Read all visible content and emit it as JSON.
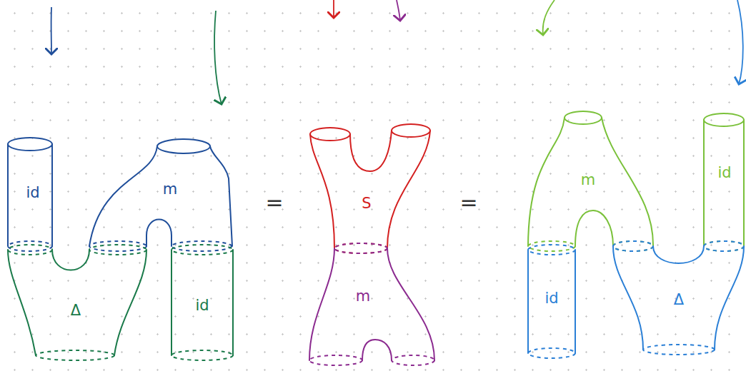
{
  "diagram": {
    "nodes": [
      {
        "text": [
          "id"
        ]
      },
      {
        "text": [
          "m"
        ]
      },
      {
        "text": [
          "Δ"
        ]
      },
      {
        "text": [
          "id"
        ]
      },
      {
        "text": [
          "S"
        ]
      },
      {
        "text": [
          "m"
        ]
      },
      {
        "text": [
          "m"
        ]
      },
      {
        "text": [
          "id"
        ]
      },
      {
        "text": [
          "id"
        ]
      },
      {
        "text": [
          "Δ"
        ]
      }
    ],
    "labels": [
      "=",
      "="
    ]
  }
}
